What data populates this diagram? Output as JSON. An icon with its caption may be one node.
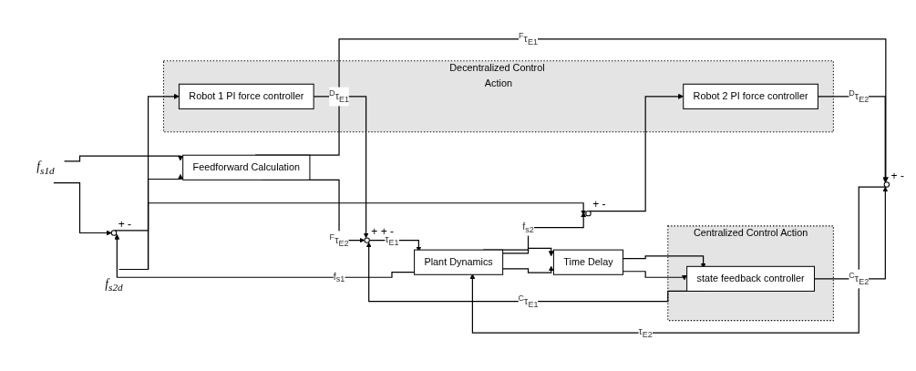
{
  "diagram": {
    "nodes": [
      {
        "text": [
          "f$_{s1d}$"
        ]
      },
      {
        "text": [
          "f$_{s2d}$"
        ]
      },
      {
        "text": [
          "Feedforward Calculation"
        ]
      },
      {
        "text": [
          "Decentralized Control Action"
        ]
      },
      {
        "text": [
          "Robot 1 PI force controller"
        ],
        "in": 3
      },
      {
        "text": [
          "Robot 2 PI force controller"
        ],
        "in": 3
      },
      {
        "text": [],
        "shape": "circle",
        "beside": [
          "+",
          "-"
        ]
      },
      {
        "text": [],
        "shape": "circle",
        "beside": [
          "+",
          "-"
        ]
      },
      {
        "text": [],
        "shape": "circle",
        "beside": [
          "+",
          "+",
          "-"
        ]
      },
      {
        "text": [],
        "shape": "circle",
        "beside": [
          "+",
          "-"
        ]
      },
      {
        "text": [
          "Plant Dynamics"
        ]
      },
      {
        "text": [
          "Centralized Control Action"
        ]
      },
      {
        "text": [
          "state feedback controller"
        ],
        "in": 11
      },
      {
        "text": [
          "Time Delay"
        ]
      }
    ],
    "edges": [
      {
        "from": 0,
        "to": 6,
        "arrow": "to"
      },
      {
        "from": 0,
        "to": 2,
        "arrow": "to"
      },
      {
        "from": 1,
        "to": 7,
        "arrow": "to"
      },
      {
        "from": 1,
        "to": 2,
        "arrow": "to"
      },
      {
        "from": 6,
        "to": 4,
        "arrow": "to"
      },
      {
        "from": 7,
        "to": 5,
        "arrow": "to"
      },
      {
        "from": 2,
        "to": 9,
        "arrow": "to",
        "label": "$^{F}$τ$_{E1}$"
      },
      {
        "from": 2,
        "to": 8,
        "arrow": "to",
        "label": "$^{F}$τ$_{E2}$"
      },
      {
        "from": 4,
        "to": 8,
        "arrow": "to",
        "label": "$^{D}$τ$_{E1}$"
      },
      {
        "from": 5,
        "to": 9,
        "arrow": "to",
        "label": "$^{D}$τ$_{E2}$"
      },
      {
        "from": 8,
        "to": 10,
        "arrow": "to",
        "label": "τ$_{E1}$"
      },
      {
        "from": 9,
        "to": 10,
        "arrow": "to",
        "label": "τ$_{E2}$"
      },
      {
        "from": 12,
        "to": 9,
        "arrow": "to",
        "label": "$^{C}$τ$_{E2}$"
      },
      {
        "from": 12,
        "to": 8,
        "arrow": "to",
        "label": "$^{C}$τ$_{E1}$"
      },
      {
        "from": 13,
        "to": 12,
        "arrow": "to"
      },
      {
        "from": 13,
        "to": 12,
        "arrow": "to"
      },
      {
        "from": 10,
        "to": 13,
        "arrow": "to"
      },
      {
        "from": 10,
        "to": 13,
        "arrow": "to"
      },
      {
        "from": 10,
        "to": 6,
        "arrow": "to",
        "label": "f$_{s1}$"
      },
      {
        "from": 10,
        "to": 7,
        "arrow": "to",
        "label": "f$_{s2}$"
      }
    ]
  }
}
